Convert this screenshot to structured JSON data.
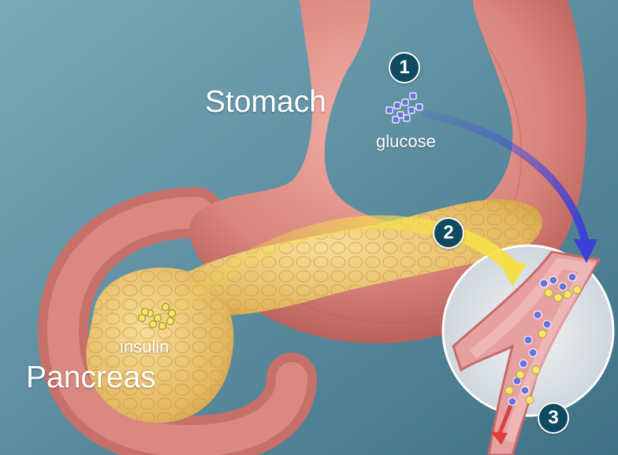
{
  "labels": {
    "stomach": "Stomach",
    "glucose": "glucose",
    "pancreas": "Pancreas",
    "insulin": "insulin"
  },
  "steps": [
    "1",
    "2",
    "3"
  ],
  "colors": {
    "background": "#5b8fa3",
    "stomach": "#d9847c",
    "pancreas": "#e8c06a",
    "blood_vessel": "#d98c8c",
    "glucose_marker": "#5a63d6",
    "insulin_marker": "#f2e86a",
    "glucose_arrow": "#4b4fd9",
    "insulin_arrow": "#f5e04a",
    "exit_arrow": "#d9413a",
    "step_badge": "#0f4a5f"
  }
}
